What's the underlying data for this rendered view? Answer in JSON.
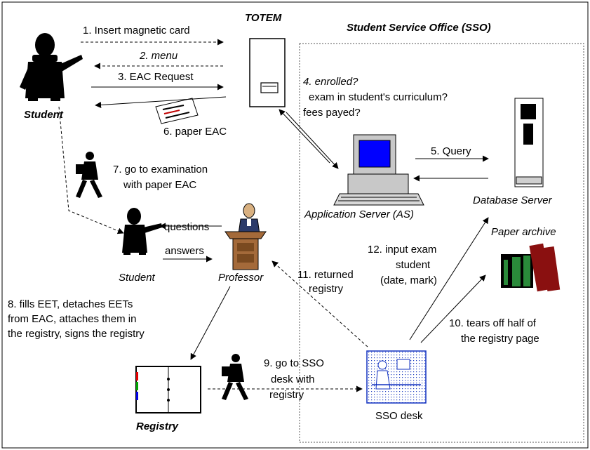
{
  "nodes": {
    "totem": "TOTEM",
    "sso": "Student Service Office (SSO)",
    "student_top": "Student",
    "student_mid": "Student",
    "professor": "Professor",
    "app_server": "Application Server (AS)",
    "db_server": "Database Server",
    "paper_archive": "Paper archive",
    "registry": "Registry",
    "sso_desk": "SSO desk"
  },
  "steps": {
    "s1": "1. Insert magnetic card",
    "s2": "2. menu",
    "s3": "3. EAC Request",
    "s4": [
      "4. enrolled?",
      "exam in student's curriculum?",
      "fees payed?"
    ],
    "s5": "5. Query",
    "s6": "6. paper EAC",
    "s7": [
      "7. go to examination",
      "with paper EAC"
    ],
    "s8": [
      "8. fills EET, detaches EETs",
      "from EAC, attaches them in",
      "the registry, signs the registry"
    ],
    "s9": [
      "9. go to SSO",
      "desk with",
      "registry"
    ],
    "s10": [
      "10. tears off half of",
      "the registry page"
    ],
    "s11": [
      "11. returned",
      "registry"
    ],
    "s12": [
      "12. input exam",
      "student",
      "(date, mark)"
    ],
    "questions": "questions",
    "answers": "answers"
  }
}
